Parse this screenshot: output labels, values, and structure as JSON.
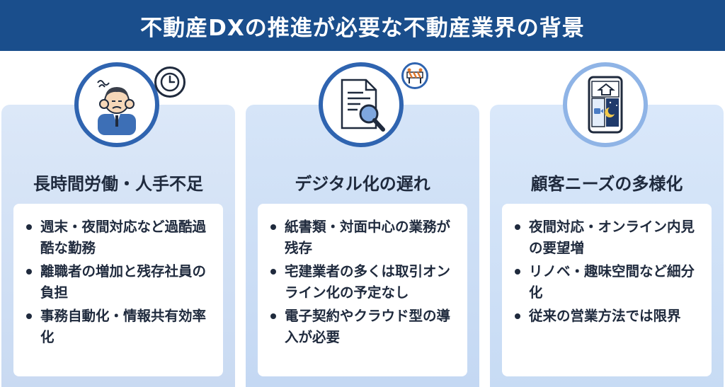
{
  "header": {
    "title": "不動産DXの推進が必要な不動産業界の背景"
  },
  "columns": [
    {
      "heading": "長時間労働・人手不足",
      "icon": "stressed-worker-icon",
      "badge_icon": "clock-icon",
      "bullets": [
        "週末・夜間対応など過酷過酷な勤務",
        "離職者の増加と残存社員の負担",
        "事務自動化・情報共有効率化"
      ]
    },
    {
      "heading": "デジタル化の遅れ",
      "icon": "document-magnifier-icon",
      "badge_icon": "barrier-icon",
      "bullets": [
        "紙書類・対面中心の業務が残存",
        "宅建業者の多くは取引オンライン化の予定なし",
        "電子契約やクラウド型の導入が必要"
      ]
    },
    {
      "heading": "顧客ニーズの多様化",
      "icon": "smartphone-video-home-night-icon",
      "bullets": [
        "夜間対応・オンライン内見の要望増",
        "リノベ・趣味空間など細分化",
        "従来の営業方法では限界"
      ]
    }
  ],
  "colors": {
    "banner": "#1a4e8c",
    "accent": "#2f64b0",
    "panel": "#d3e2f6",
    "text": "#1f2a3d"
  }
}
